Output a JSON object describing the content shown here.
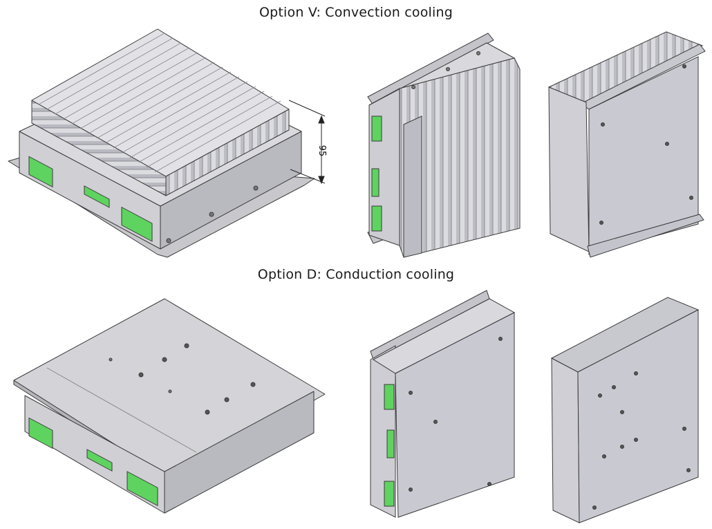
{
  "sections": [
    {
      "title": "Option V: Convection cooling",
      "dimension_label": "95",
      "views": [
        "isometric-front",
        "side-edge",
        "rear-plate"
      ]
    },
    {
      "title": "Option D: Conduction cooling",
      "views": [
        "isometric-front",
        "side-edge",
        "rear-plate"
      ]
    }
  ],
  "colors": {
    "metal_light": "#d9d9dc",
    "metal_mid": "#c3c3c8",
    "metal_dark": "#a5a5ad",
    "plate": "#c9c9d2",
    "connector_green": "#5fd35f",
    "outline": "#3a3a3a"
  }
}
